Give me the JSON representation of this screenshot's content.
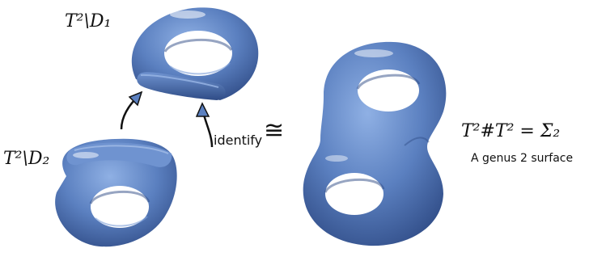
{
  "labels": {
    "top_piece": "T²\\D₁",
    "bottom_piece": "T²\\D₂",
    "identify": "identify",
    "congruent_symbol": "≅",
    "result_formula": "T²#T² = Σ₂",
    "result_caption": "A genus 2 surface"
  },
  "colors": {
    "surface": "#5b80c0",
    "surface_dark": "#3b5a98",
    "highlight": "#a9c2ea",
    "ink": "#111111"
  }
}
